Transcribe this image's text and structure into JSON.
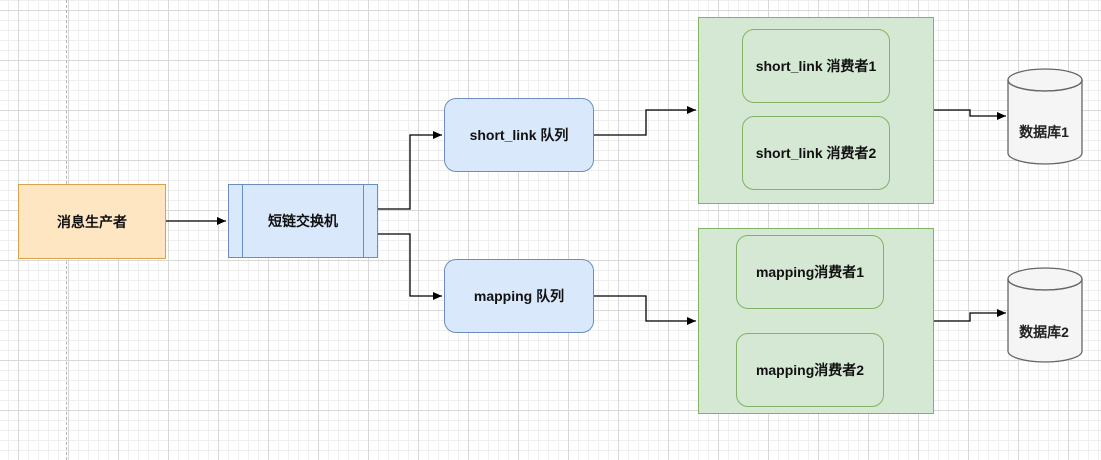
{
  "diagram": {
    "producer": {
      "label": "消息生产者"
    },
    "exchange": {
      "label": "短链交换机"
    },
    "queues": [
      {
        "label": "short_link 队列"
      },
      {
        "label": "mapping 队列"
      }
    ],
    "consumer_groups": [
      {
        "consumers": [
          {
            "label": "short_link 消费者1"
          },
          {
            "label": "short_link 消费者2"
          }
        ]
      },
      {
        "consumers": [
          {
            "label": "mapping消费者1"
          },
          {
            "label": "mapping消费者2"
          }
        ]
      }
    ],
    "databases": [
      {
        "label": "数据库1"
      },
      {
        "label": "数据库2"
      }
    ],
    "colors": {
      "producer_fill": "#ffe6c2",
      "producer_stroke": "#d6a34b",
      "queue_fill": "#dae8fc",
      "queue_stroke": "#6c8ebf",
      "consumer_fill": "#d5e8d4",
      "consumer_stroke": "#82b366",
      "database_fill": "#f5f5f5",
      "database_stroke": "#666666",
      "edge": "#000000"
    }
  }
}
